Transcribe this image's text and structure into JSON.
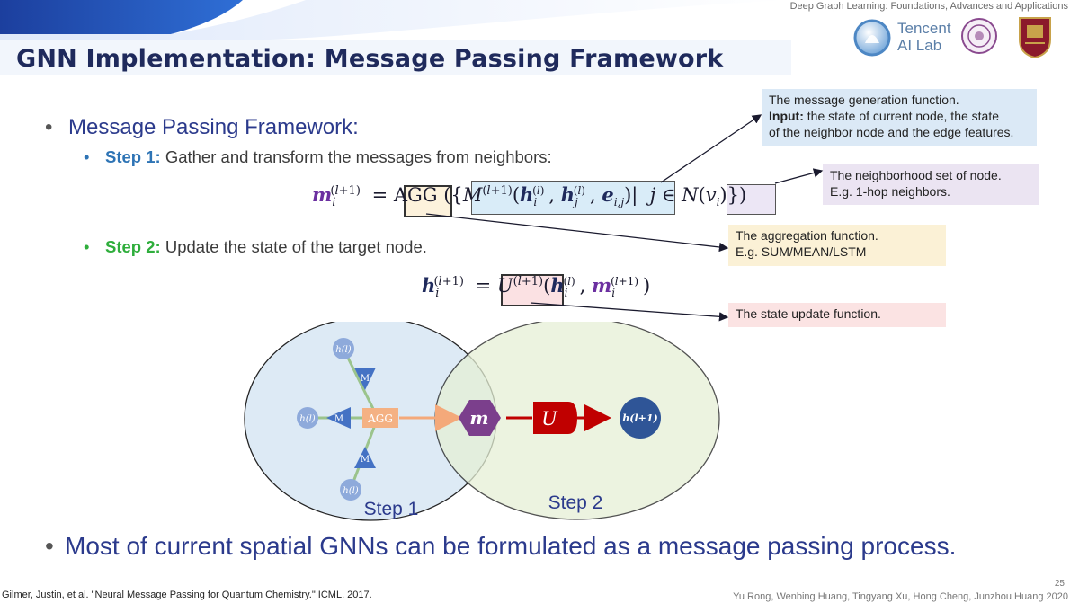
{
  "header": {
    "course": "Deep Graph Learning: Foundations, Advances and Applications",
    "title": "GNN Implementation: Message Passing Framework",
    "logo_text_line1": "Tencent",
    "logo_text_line2": "AI Lab"
  },
  "body": {
    "bullet_main": "Message Passing Framework:",
    "step1_label": "Step 1:",
    "step1_text": " Gather and transform the messages from neighbors:",
    "step2_label": "Step 2:",
    "step2_text": " Update the state of the target node."
  },
  "callouts": {
    "message_title": "The message generation function.",
    "message_input_label": "Input:",
    "message_input_text": " the state of current node, the state",
    "message_input_text2": "of the neighbor node and the edge features.",
    "neighbor_line1": "The neighborhood set of node.",
    "neighbor_line2": "E.g. 1-hop neighbors.",
    "aggregation_line1": "The aggregation function.",
    "aggregation_line2": "E.g. SUM/MEAN/LSTM",
    "update_line1": "The state update function."
  },
  "diagram": {
    "step1_label": "Step 1",
    "step2_label": "Step 2",
    "agg_label": "AGG",
    "m_label": "M",
    "message_node": "m",
    "update_node": "U",
    "h_l": "h(l)",
    "h_l1": "h(l+1)"
  },
  "footer": {
    "bottom_bullet": "Most of current spatial GNNs can be formulated as a message passing process.",
    "citation": "Gilmer, Justin, et al. \"Neural Message Passing for Quantum Chemistry.\" ICML. 2017.",
    "page_number": "25",
    "authors": "Yu Rong, Wenbing Huang, Tingyang Xu, Hong Cheng, Junzhou Huang 2020"
  },
  "colors": {
    "title": "#1f2a5c",
    "step1": "#2e74b5",
    "step2": "#2fae3c",
    "step1_circle": "#dce9f5",
    "step2_circle": "#e6f0d6",
    "message_hex": "#7b3f8c",
    "update_node": "#c00000",
    "target_node": "#2f5597"
  }
}
